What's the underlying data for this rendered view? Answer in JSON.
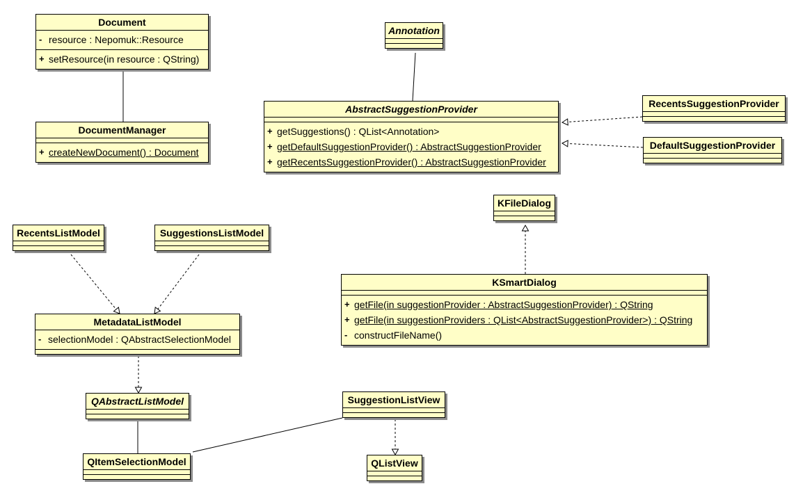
{
  "classes": {
    "document": {
      "name": "Document",
      "attributes": [
        {
          "vis": "-",
          "text": "resource : Nepomuk::Resource"
        }
      ],
      "operations": [
        {
          "vis": "+",
          "text": "setResource(in resource : QString)"
        }
      ]
    },
    "document_manager": {
      "name": "DocumentManager",
      "operations": [
        {
          "vis": "+",
          "text": "createNewDocument() : Document",
          "static": true
        }
      ]
    },
    "annotation": {
      "name": "Annotation",
      "abstract": true
    },
    "abstract_suggestion_provider": {
      "name": "AbstractSuggestionProvider",
      "abstract": true,
      "operations": [
        {
          "vis": "+",
          "text": "getSuggestions() : QList<Annotation>"
        },
        {
          "vis": "+",
          "text": "getDefaultSuggestionProvider() : AbstractSuggestionProvider",
          "static": true
        },
        {
          "vis": "+",
          "text": "getRecentsSuggestionProvider() : AbstractSuggestionProvider",
          "static": true
        }
      ]
    },
    "recents_suggestion_provider": {
      "name": "RecentsSuggestionProvider"
    },
    "default_suggestion_provider": {
      "name": "DefaultSuggestionProvider"
    },
    "kfile_dialog": {
      "name": "KFileDialog"
    },
    "ksmart_dialog": {
      "name": "KSmartDialog",
      "operations": [
        {
          "vis": "+",
          "text": "getFile(in suggestionProvider : AbstractSuggestionProvider) : QString",
          "static": true
        },
        {
          "vis": "+",
          "text": "getFile(in suggestionProviders : QList<AbstractSuggestionProvider>) : QString",
          "static": true
        },
        {
          "vis": "-",
          "text": "constructFileName()"
        }
      ]
    },
    "recents_list_model": {
      "name": "RecentsListModel"
    },
    "suggestions_list_model": {
      "name": "SuggestionsListModel"
    },
    "metadata_list_model": {
      "name": "MetadataListModel",
      "attributes": [
        {
          "vis": "-",
          "text": "selectionModel : QAbstractSelectionModel"
        }
      ]
    },
    "qabstract_list_model": {
      "name": "QAbstractListModel",
      "abstract": true
    },
    "qitem_selection_model": {
      "name": "QItemSelectionModel"
    },
    "suggestion_list_view": {
      "name": "SuggestionListView"
    },
    "qlist_view": {
      "name": "QListView"
    }
  },
  "relationships": [
    {
      "from": "document",
      "to": "document_manager",
      "kind": "association"
    },
    {
      "from": "annotation",
      "to": "abstract_suggestion_provider",
      "kind": "association"
    },
    {
      "from": "recents_suggestion_provider",
      "to": "abstract_suggestion_provider",
      "kind": "realization"
    },
    {
      "from": "default_suggestion_provider",
      "to": "abstract_suggestion_provider",
      "kind": "realization"
    },
    {
      "from": "ksmart_dialog",
      "to": "kfile_dialog",
      "kind": "realization"
    },
    {
      "from": "recents_list_model",
      "to": "metadata_list_model",
      "kind": "realization"
    },
    {
      "from": "suggestions_list_model",
      "to": "metadata_list_model",
      "kind": "realization"
    },
    {
      "from": "metadata_list_model",
      "to": "qabstract_list_model",
      "kind": "realization"
    },
    {
      "from": "qabstract_list_model",
      "to": "qitem_selection_model",
      "kind": "association"
    },
    {
      "from": "suggestion_list_view",
      "to": "qitem_selection_model",
      "kind": "association"
    },
    {
      "from": "suggestion_list_view",
      "to": "qlist_view",
      "kind": "realization"
    }
  ]
}
